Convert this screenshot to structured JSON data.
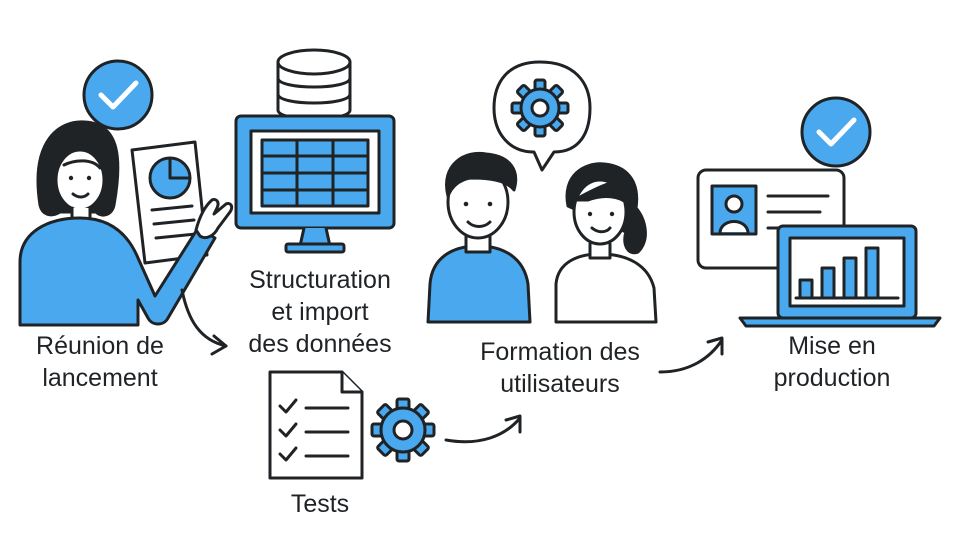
{
  "colors": {
    "accent": "#4aa8ee",
    "ink": "#1f2326",
    "paper": "#ffffff"
  },
  "steps": [
    {
      "icon": "person-presenting-icon",
      "lines": [
        "Réunion de",
        "lancement"
      ]
    },
    {
      "icon": "database-monitor-icon",
      "lines": [
        "Structuration",
        "et import",
        "des données"
      ]
    },
    {
      "icon": "checklist-document-icon",
      "lines": [
        "Tests"
      ]
    },
    {
      "icon": "two-people-chat-icon",
      "lines": [
        "Formation des",
        "utilisateurs"
      ]
    },
    {
      "icon": "laptop-dashboard-icon",
      "lines": [
        "Mise en",
        "production"
      ]
    }
  ]
}
